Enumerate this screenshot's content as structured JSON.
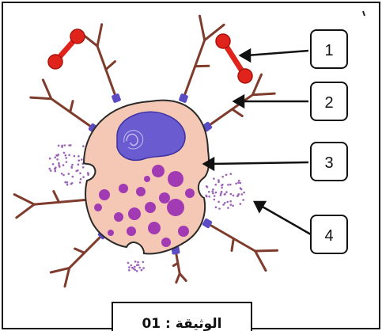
{
  "figure": {
    "labels": [
      "1",
      "2",
      "3",
      "4"
    ],
    "caption": "الوثيقة : 01"
  },
  "colors": {
    "cell_fill": "#f4c8b4",
    "cell_outline": "#2a2a2a",
    "nucleus": "#6a5bd0",
    "granules": "#a23ab3",
    "receptor": "#7f3b2c",
    "receptor_base": "#5b4bc4",
    "antigen": "#e0241c",
    "dots": "#9b63b8"
  }
}
